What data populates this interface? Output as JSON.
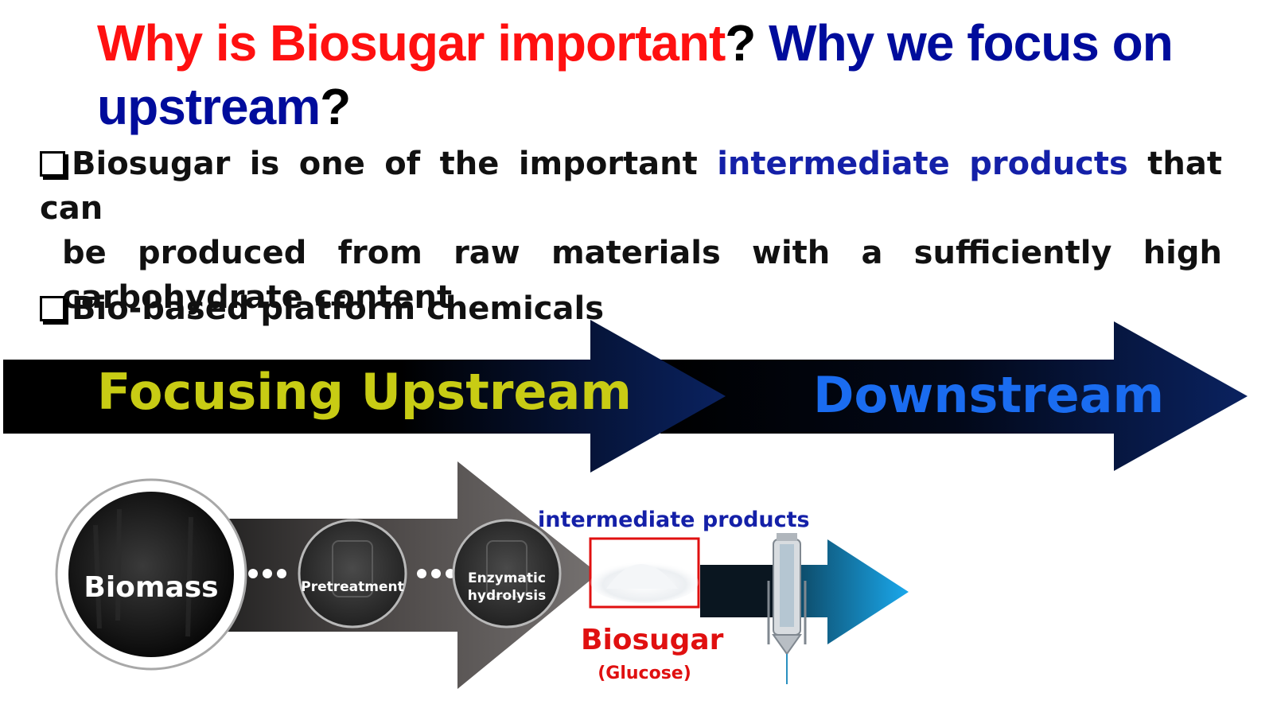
{
  "title": {
    "part1": "Why is Biosugar important",
    "q1": "?",
    "part2": "Why we focus on upstream",
    "q2": "?"
  },
  "bullets": [
    {
      "lead": "Biosugar is one of the important ",
      "highlight": "intermediate products",
      "line1_tail": " that can",
      "rest": "be produced from raw materials with a sufficiently high carbohydrate content"
    },
    {
      "text": "Bio-based platform chemicals"
    }
  ],
  "stream": {
    "upstream_label": "Focusing Upstream",
    "downstream_label": "Downstream"
  },
  "process": {
    "biomass": "Biomass",
    "pretreatment": "Pretreatment",
    "enzymatic_line1": "Enzymatic",
    "enzymatic_line2": "hydrolysis",
    "intermediate_label": "intermediate products",
    "biosugar": "Biosugar",
    "glucose": "(Glucose)"
  },
  "colors": {
    "title_red": "#ff1010",
    "title_navy": "#000c9c",
    "upstream_text": "#c8cc14",
    "downstream_text": "#1a6cf0",
    "biosugar_red": "#e01010",
    "arrow_navy": "#0a2260",
    "light_blue_arrow": "#1aa8ec"
  }
}
